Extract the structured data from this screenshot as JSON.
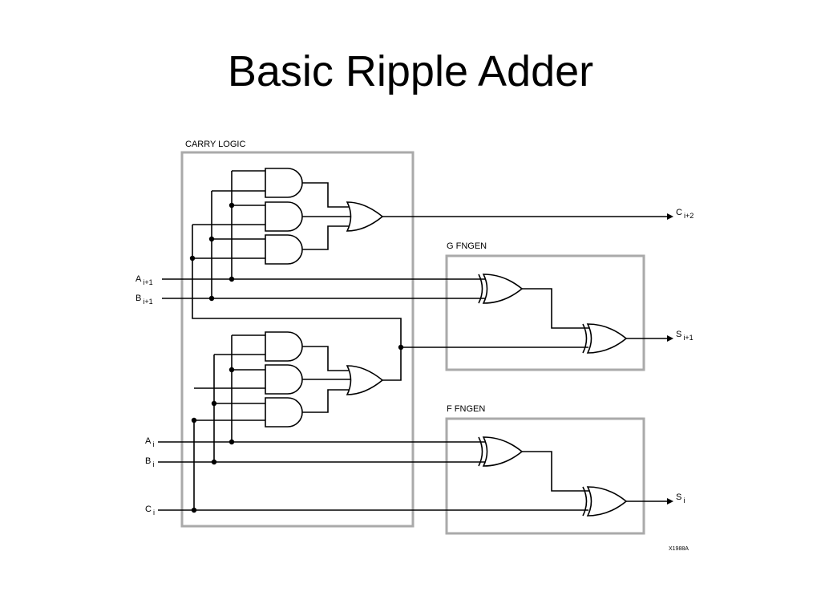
{
  "title": "Basic Ripple Adder",
  "blocks": {
    "carry_logic": "CARRY LOGIC",
    "g_fngen": "G FNGEN",
    "f_fngen": "F FNGEN"
  },
  "signals": {
    "a_i1": {
      "base": "A",
      "sub": "i+1"
    },
    "b_i1": {
      "base": "B",
      "sub": "i+1"
    },
    "a_i": {
      "base": "A",
      "sub": "i"
    },
    "b_i": {
      "base": "B",
      "sub": "i"
    },
    "c_i": {
      "base": "C",
      "sub": "i"
    },
    "c_i2": {
      "base": "C",
      "sub": "i+2"
    },
    "s_i1": {
      "base": "S",
      "sub": "i+1"
    },
    "s_i": {
      "base": "S",
      "sub": "i"
    }
  },
  "figure_id": "X1988A"
}
